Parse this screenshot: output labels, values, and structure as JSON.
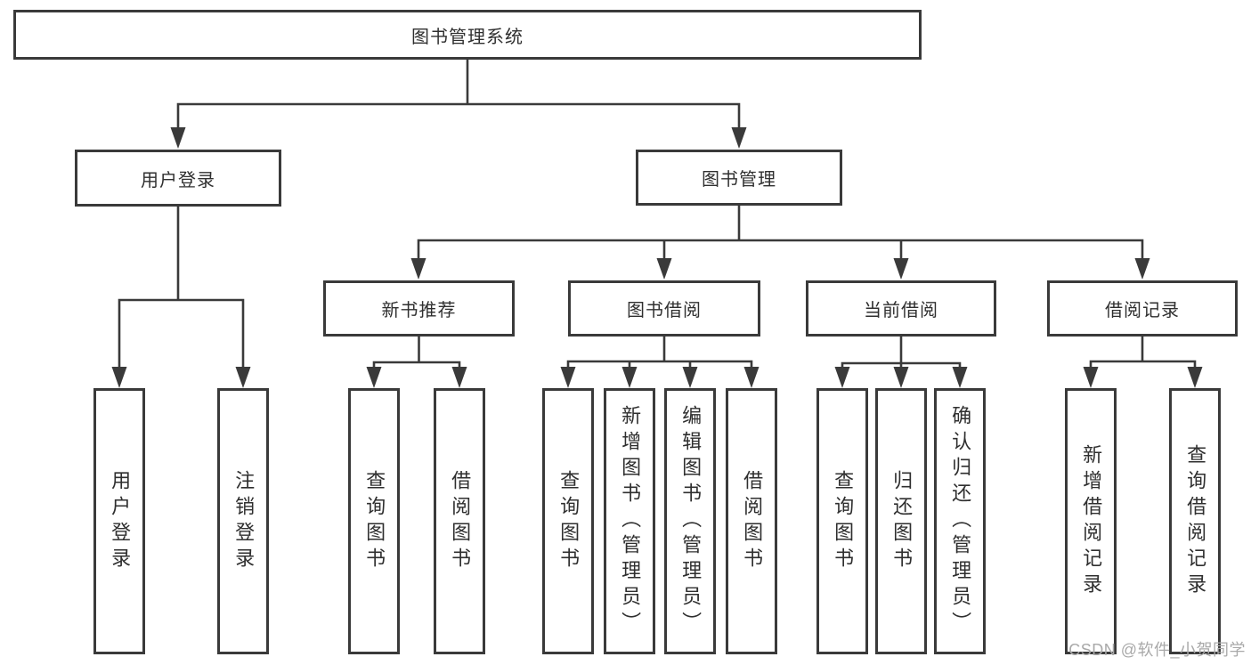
{
  "tree": {
    "label": "图书管理系统",
    "children": [
      {
        "label": "用户登录",
        "children": [
          {
            "label": "用户登录"
          },
          {
            "label": "注销登录"
          }
        ]
      },
      {
        "label": "图书管理",
        "children": [
          {
            "label": "新书推荐",
            "children": [
              {
                "label": "查询图书"
              },
              {
                "label": "借阅图书"
              }
            ]
          },
          {
            "label": "图书借阅",
            "children": [
              {
                "label": "查询图书"
              },
              {
                "label": "新增图书（管理员）"
              },
              {
                "label": "编辑图书（管理员）"
              },
              {
                "label": "借阅图书"
              }
            ]
          },
          {
            "label": "当前借阅",
            "children": [
              {
                "label": "查询图书"
              },
              {
                "label": "归还图书"
              },
              {
                "label": "确认归还（管理员）"
              }
            ]
          },
          {
            "label": "借阅记录",
            "children": [
              {
                "label": "新增借阅记录"
              },
              {
                "label": "查询借阅记录"
              }
            ]
          }
        ]
      }
    ]
  },
  "watermark": "CSDN @软件_小贺同学",
  "colors": {
    "line": "#3a3a3a",
    "text": "#2f2f2f",
    "watermark": "#a9a9a9",
    "background": "#ffffff"
  }
}
